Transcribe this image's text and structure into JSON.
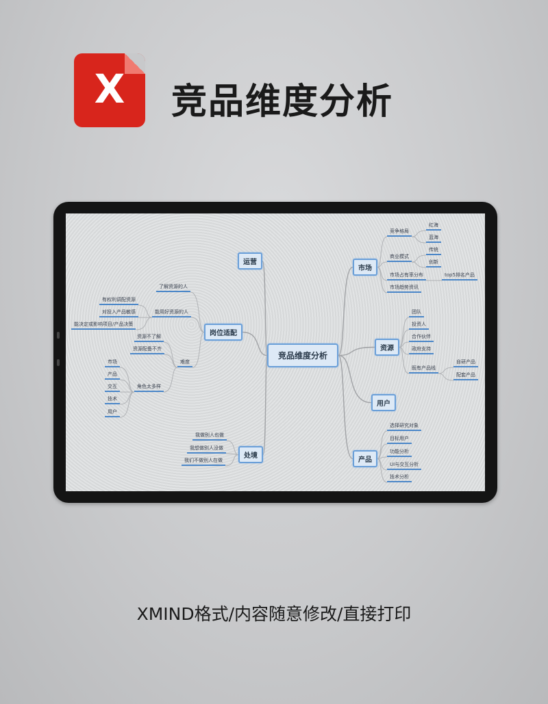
{
  "header": {
    "logo_letter": "X",
    "title": "竞品维度分析"
  },
  "mindmap": {
    "center": "竞品维度分析",
    "yunying": "运营",
    "shichang": {
      "label": "市场",
      "jingzheng": "竞争格局",
      "honghai": "红海",
      "lanhai": "蓝海",
      "shangye": "商业模式",
      "chuantong": "传统",
      "chuangxin": "创新",
      "zhanyou": "市场占有率分布",
      "top5": "top5排名产品",
      "qushi": "市场趋势资讯"
    },
    "ziyuan": {
      "label": "资源",
      "tuandui": "团队",
      "touzi": "投资人",
      "hezuo": "合作伙伴",
      "zhengfu": "政府支持",
      "jiyou": "既有产品线",
      "ziyan": "自研产品",
      "peitao": "配套产品"
    },
    "yonghu": "用户",
    "chanpin": {
      "label": "产品",
      "xuanze": "选择研究对象",
      "mubiao": "目标用户",
      "gongneng": "功能分析",
      "ui": "UI与交互分析",
      "jishu": "技术分析"
    },
    "chujing": {
      "label": "处境",
      "a": "我做别人也做",
      "b": "我想做别人没做",
      "c": "我们不做别人在做"
    },
    "gangwei": {
      "label": "岗位适配",
      "liaojie": "了解资源的人",
      "nengyong": "能用好资源的人",
      "youquan": "有权利调配资源",
      "duitouru": "对投入产品敏感",
      "juece": "能决定或影响项目/产品决策",
      "nandu": "难度",
      "buliaojie": "资源不了解",
      "buqi": "资源配备不齐",
      "juese": "角色太多样",
      "roles": [
        "市场",
        "产品",
        "交互",
        "技术",
        "用户"
      ]
    }
  },
  "footer": {
    "text": "XMIND格式/内容随意修改/直接打印"
  },
  "colors": {
    "logo": "#d8251c",
    "node_border": "#6a9fd8",
    "underline": "#4a86c8"
  }
}
